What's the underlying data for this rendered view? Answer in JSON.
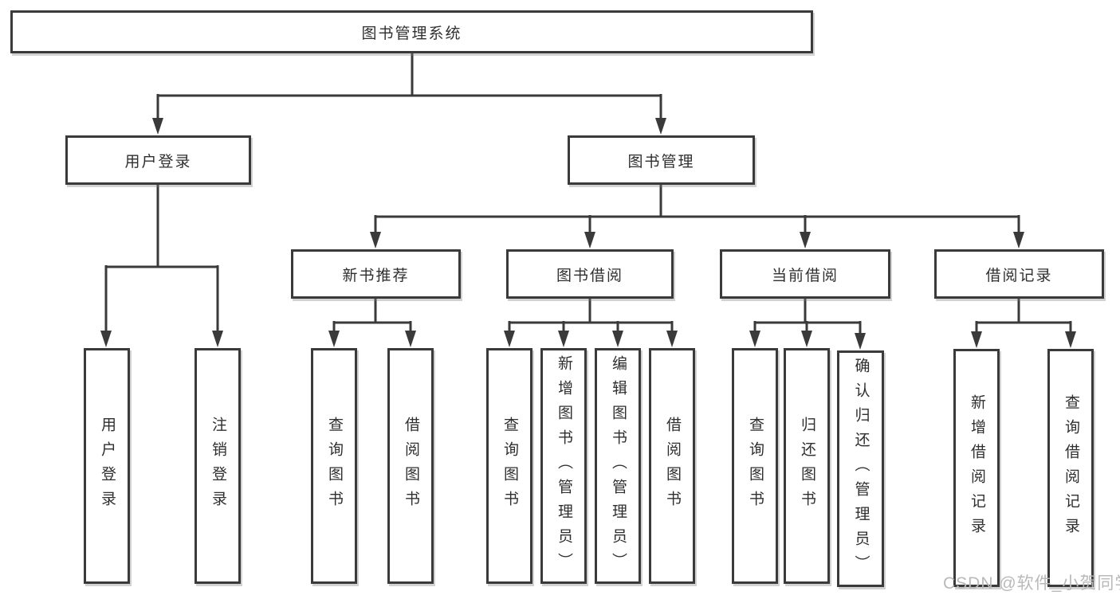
{
  "tree": {
    "label": "图书管理系统",
    "children": [
      {
        "label": "用户登录",
        "children": [
          {
            "label": "用户登录"
          },
          {
            "label": "注销登录"
          }
        ]
      },
      {
        "label": "图书管理",
        "children": [
          {
            "label": "新书推荐",
            "children": [
              {
                "label": "查询图书"
              },
              {
                "label": "借阅图书"
              }
            ]
          },
          {
            "label": "图书借阅",
            "children": [
              {
                "label": "查询图书"
              },
              {
                "label": "新增图书（管理员）"
              },
              {
                "label": "编辑图书（管理员）"
              },
              {
                "label": "借阅图书"
              }
            ]
          },
          {
            "label": "当前借阅",
            "children": [
              {
                "label": "查询图书"
              },
              {
                "label": "归还图书"
              },
              {
                "label": "确认归还（管理员）"
              }
            ]
          },
          {
            "label": "借阅记录",
            "children": [
              {
                "label": "新增借阅记录"
              },
              {
                "label": "查询借阅记录"
              }
            ]
          }
        ]
      }
    ]
  },
  "watermark": "CSDN @软件_小贺同学",
  "colors": {
    "line": "#3a3a3a",
    "box_border": "#3a3a3a",
    "text": "#2f2f2f",
    "watermark": "#b9b9b9",
    "background": "#ffffff"
  }
}
